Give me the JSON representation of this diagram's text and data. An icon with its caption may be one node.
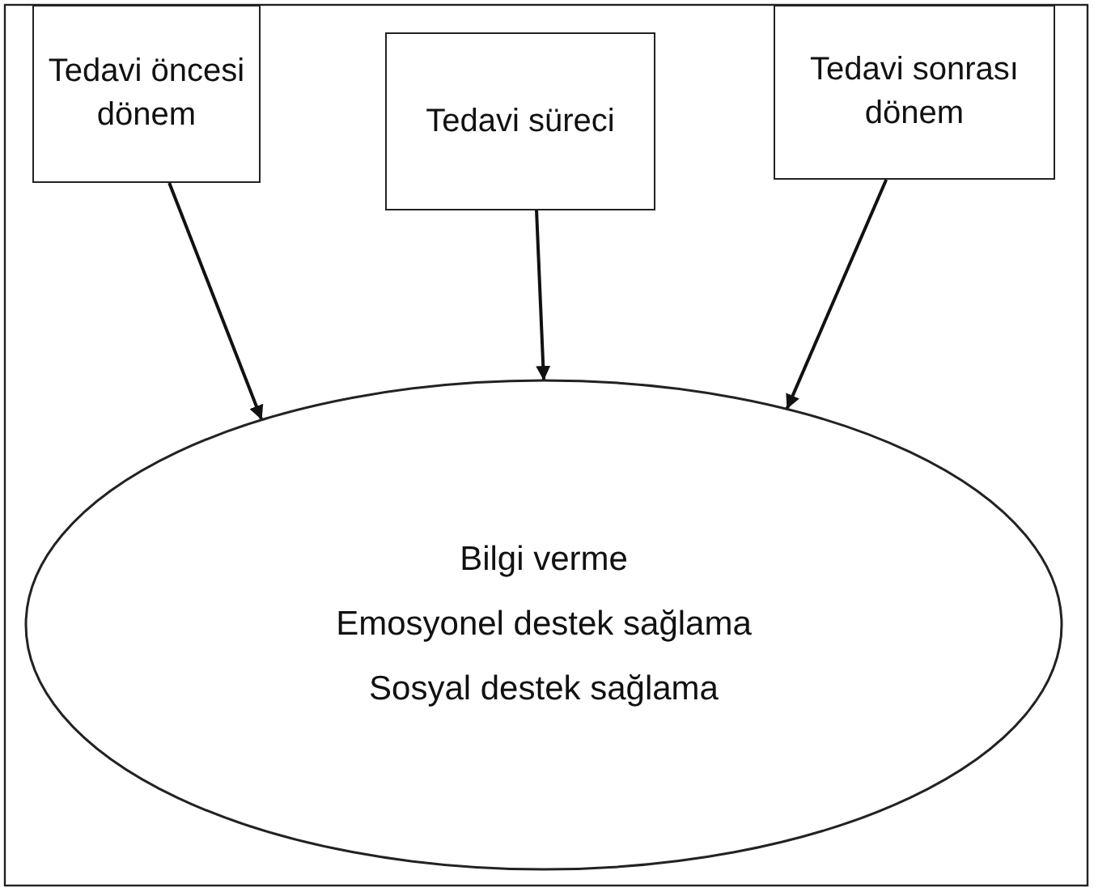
{
  "diagram": {
    "nodes": [
      {
        "text": [
          "Tedavi öncesi dönem"
        ]
      },
      {
        "text": [
          "Tedavi süreci"
        ]
      },
      {
        "text": [
          "Tedavi sonrası dönem"
        ]
      },
      {
        "text": [
          "Bilgi verme",
          "Emosyonel destek sağlama",
          "Sosyal destek sağlama"
        ]
      }
    ],
    "edges": [
      {
        "from": 0,
        "to": 3,
        "arrow": "to"
      },
      {
        "from": 1,
        "to": 3,
        "arrow": "to"
      },
      {
        "from": 2,
        "to": 3,
        "arrow": "to"
      }
    ]
  }
}
